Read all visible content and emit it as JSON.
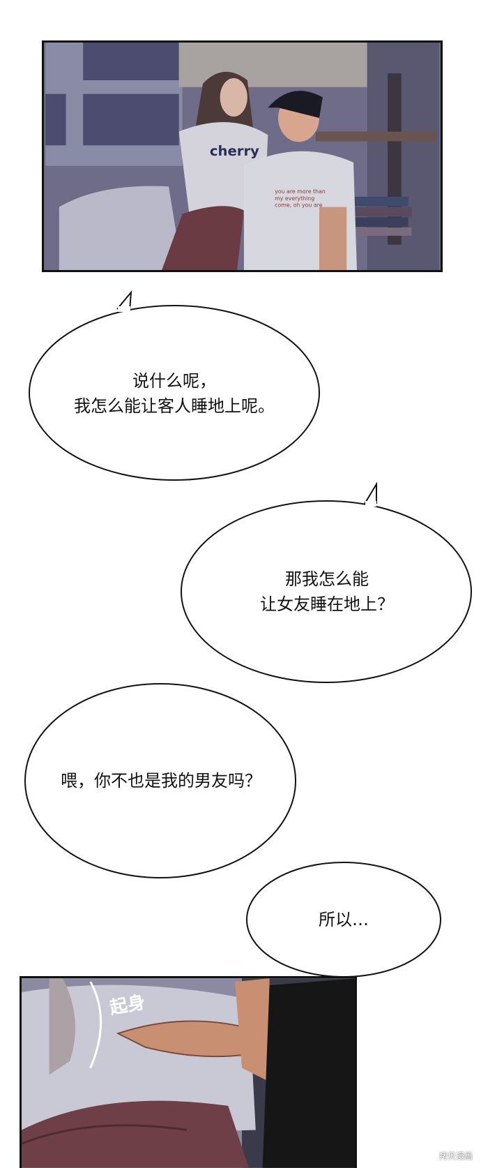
{
  "panels": {
    "top": {
      "shirt_text": "cherry",
      "shirt_small_text": "you are more than\nmy everything\ncome, oh you are"
    },
    "bottom": {
      "sfx": "起身"
    }
  },
  "bubbles": [
    {
      "text": "说什么呢，\n我怎么能让客人睡地上呢。"
    },
    {
      "text": "那我怎么能\n让女友睡在地上？"
    },
    {
      "text": "喂，你不也是我的男友吗？"
    },
    {
      "text": "所以…"
    }
  ],
  "watermark": "拷贝漫画",
  "colors": {
    "border": "#111111",
    "bubble_fill": "#ffffff"
  }
}
